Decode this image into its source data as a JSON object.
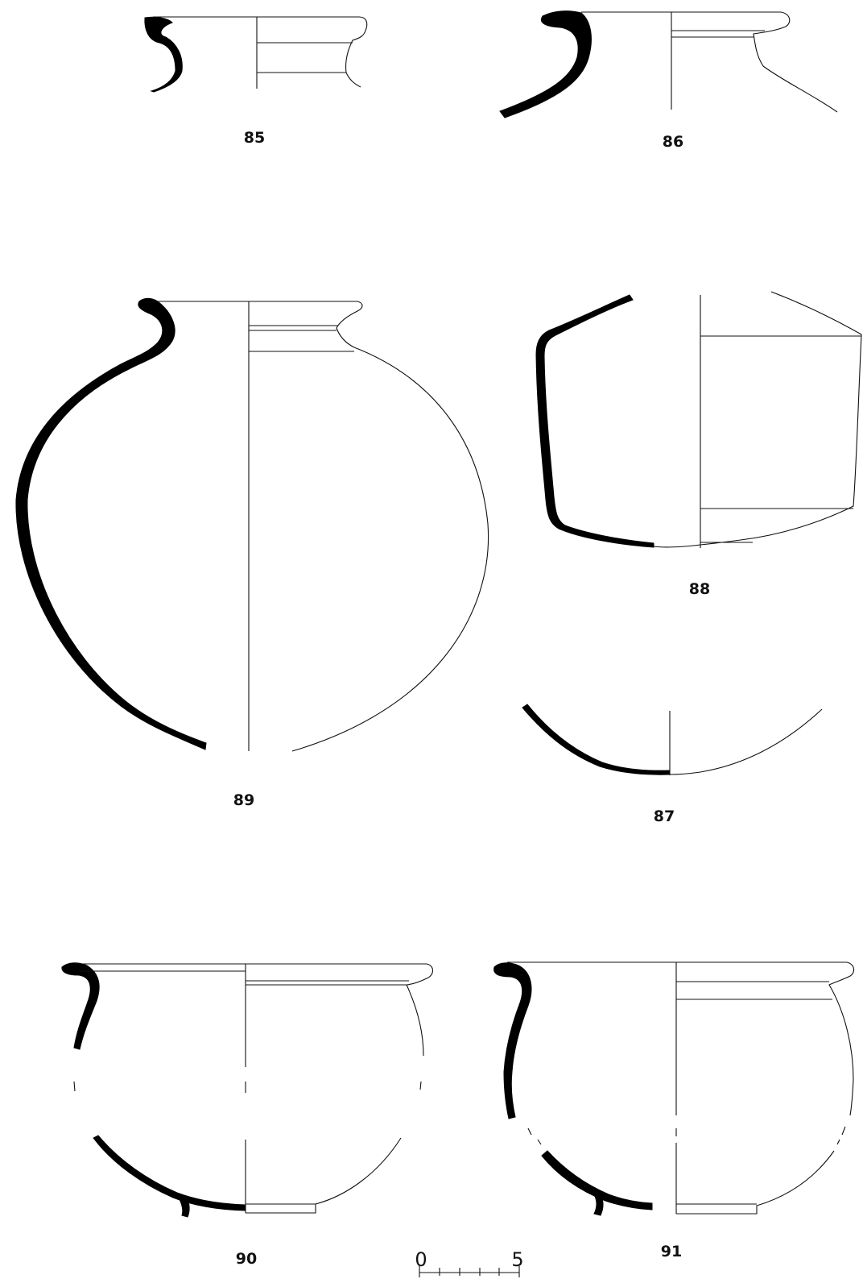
{
  "figure": {
    "vessels": [
      {
        "id": "v85",
        "label": "85"
      },
      {
        "id": "v86",
        "label": "86"
      },
      {
        "id": "v89",
        "label": "89"
      },
      {
        "id": "v88",
        "label": "88"
      },
      {
        "id": "v87",
        "label": "87"
      },
      {
        "id": "v90",
        "label": "90"
      },
      {
        "id": "v91",
        "label": "91"
      }
    ],
    "scale_bar": {
      "start": "0",
      "end": "5",
      "divisions": 5
    }
  }
}
